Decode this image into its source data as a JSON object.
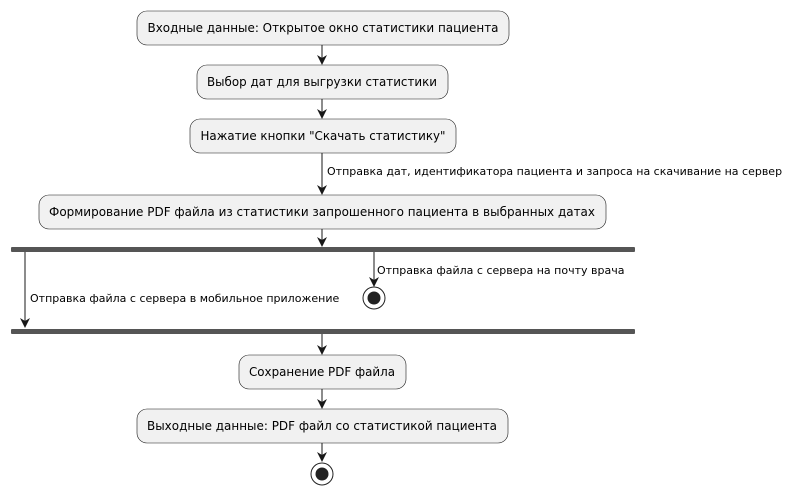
{
  "activity_diagram": {
    "nodes": [
      {
        "id": "input",
        "label": "Входные данные: Открытое окно статистики пациента"
      },
      {
        "id": "select_dates",
        "label": "Выбор дат для выгрузки статистики"
      },
      {
        "id": "press_button",
        "label": "Нажатие кнопки \"Скачать статистику\""
      },
      {
        "id": "generate_pdf",
        "label": "Формирование PDF файла из статистики запрошенного пациента в выбранных датах"
      },
      {
        "id": "save_pdf",
        "label": "Сохранение PDF файла"
      },
      {
        "id": "output",
        "label": "Выходные данные: PDF файл со статистикой пациента"
      }
    ],
    "edge_labels": {
      "to_server": "Отправка дат, идентификатора пациента и запроса на скачивание на сервер",
      "to_mobile": "Отправка файла с сервера в мобильное приложение",
      "to_email": "Отправка файла с сервера на почту врача"
    }
  }
}
